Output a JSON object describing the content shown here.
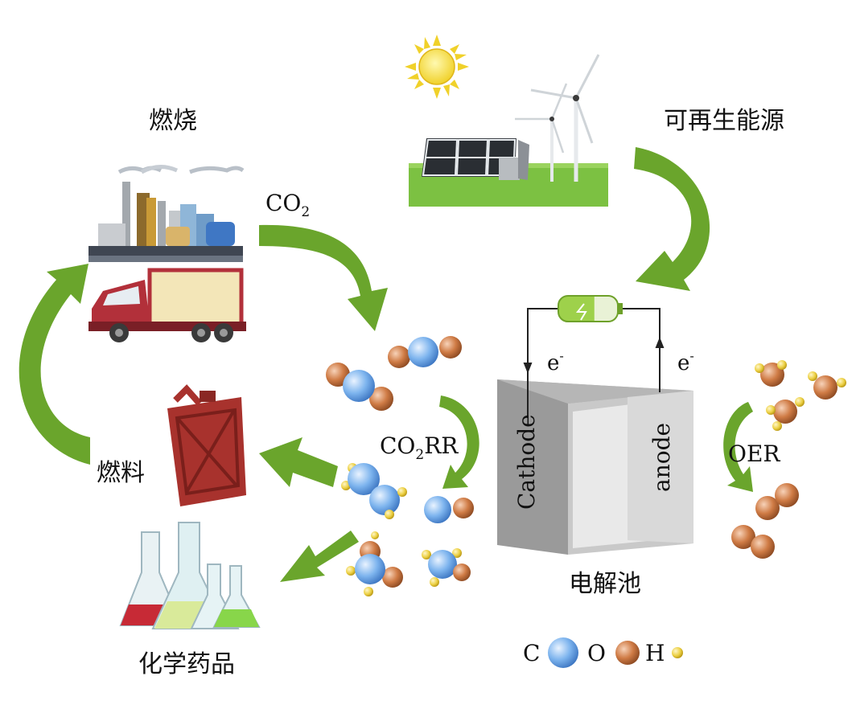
{
  "labels": {
    "combustion": "燃烧",
    "renewable": "可再生能源",
    "co2_main": "CO",
    "co2_sub": "2",
    "fuel": "燃料",
    "chemicals": "化学药品",
    "electrolyzer": "电解池",
    "co2rr_pre": "CO",
    "co2rr_sub": "2",
    "co2rr_post": "RR",
    "oer": "OER",
    "cathode": "Cathode",
    "anode": "anode",
    "electron_left": "e",
    "electron_right": "e",
    "electron_sup": "-"
  },
  "legend": [
    {
      "symbol": "C",
      "color": "#6fa9e6"
    },
    {
      "symbol": "O",
      "color": "#c9733c"
    },
    {
      "symbol": "H",
      "color": "#e8c93a"
    }
  ],
  "colors": {
    "arrow_green": "#6aa52c",
    "carbon": "#6fa9e6",
    "oxygen": "#c9733c",
    "hydrogen": "#e8c93a",
    "grass": "#7cc142",
    "fuel_can": "#a8322d"
  },
  "icons": [
    "sun-icon",
    "wind-turbine-icon",
    "solar-panel-icon",
    "factory-icon",
    "truck-icon",
    "battery-icon",
    "fuel-can-icon",
    "flask-icon"
  ]
}
